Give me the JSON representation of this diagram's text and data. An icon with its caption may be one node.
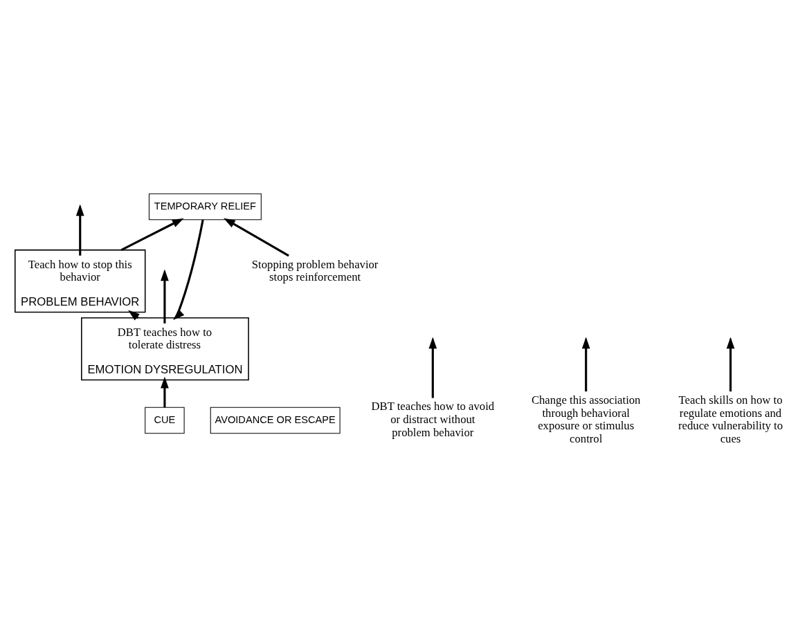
{
  "diagram": {
    "nodes": [
      {
        "text": [
          "CUE"
        ]
      },
      {
        "text": [
          "EMOTION DYSREGULATION"
        ]
      },
      {
        "text": [
          "DBT teaches how to tolerate distress"
        ],
        "in": 1
      },
      {
        "text": [
          "AVOIDANCE OR ESCAPE"
        ]
      },
      {
        "text": [
          "DBT teaches how to avoid or distract without problem behavior"
        ]
      },
      {
        "text": [
          "PROBLEM BEHAVIOR"
        ]
      },
      {
        "text": [
          "Teach how to stop this behavior"
        ],
        "in": 5
      },
      {
        "text": [
          "TEMPORARY RELIEF"
        ]
      },
      {
        "text": [
          "Change this association through behavioral exposure or stimulus control"
        ]
      },
      {
        "text": [
          "Teach skills on how to regulate emotions and reduce vulnerability to cues"
        ]
      },
      {
        "text": [
          "Stopping problem behavior stops reinforcement"
        ]
      }
    ],
    "edges": [
      {
        "from": 0,
        "to": 1,
        "arrow": "to"
      },
      {
        "from": 1,
        "to": 5,
        "arrow": "to"
      },
      {
        "from": 5,
        "to": 7,
        "arrow": "to"
      },
      {
        "from": 7,
        "to": 1,
        "arrow": "to"
      },
      {
        "from": 8,
        "to": null,
        "arrow": "to"
      },
      {
        "from": 9,
        "to": null,
        "arrow": "to"
      },
      {
        "from": 2,
        "to": null,
        "arrow": "to"
      },
      {
        "from": 4,
        "to": null,
        "arrow": "to"
      },
      {
        "from": 6,
        "to": null,
        "arrow": "to"
      },
      {
        "from": 10,
        "to": 7,
        "arrow": "to"
      }
    ]
  }
}
